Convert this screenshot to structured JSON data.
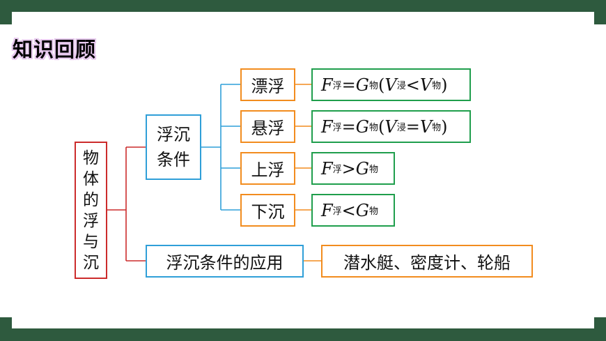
{
  "header": {
    "title": "知识回顾"
  },
  "diagram": {
    "root": [
      "物",
      "体",
      "的",
      "浮",
      "与",
      "沉"
    ],
    "conditions": {
      "line1": "浮沉",
      "line2": "条件"
    },
    "states": [
      {
        "label": "漂浮",
        "formula": "F浮=G物(V浸<V物)"
      },
      {
        "label": "悬浮",
        "formula": "F浮=G物(V浸=V物)"
      },
      {
        "label": "上浮",
        "formula": "F浮>G物"
      },
      {
        "label": "下沉",
        "formula": "F浮<G物"
      }
    ],
    "application": "浮沉条件的应用",
    "examples": "潜水艇、密度计、轮船"
  },
  "colors": {
    "frame": "#2e5a3e",
    "root_border": "#cc2b2b",
    "condition_border": "#2f9fd8",
    "state_border": "#f28c1e",
    "formula_border": "#1f9e4c"
  }
}
